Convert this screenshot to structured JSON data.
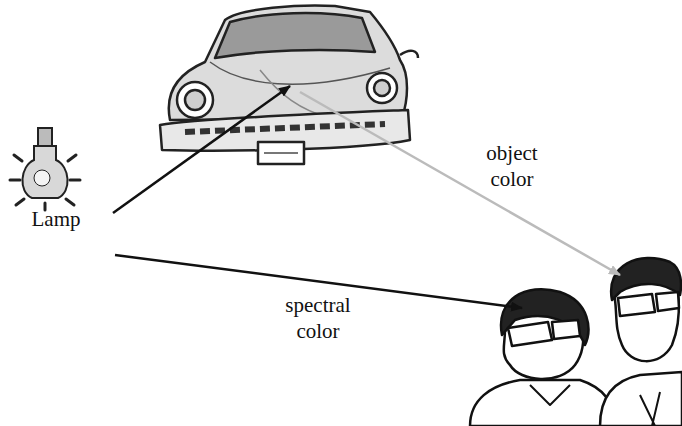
{
  "diagram": {
    "labels": [
      "Lamp",
      "spectral color",
      "object color"
    ]
  }
}
